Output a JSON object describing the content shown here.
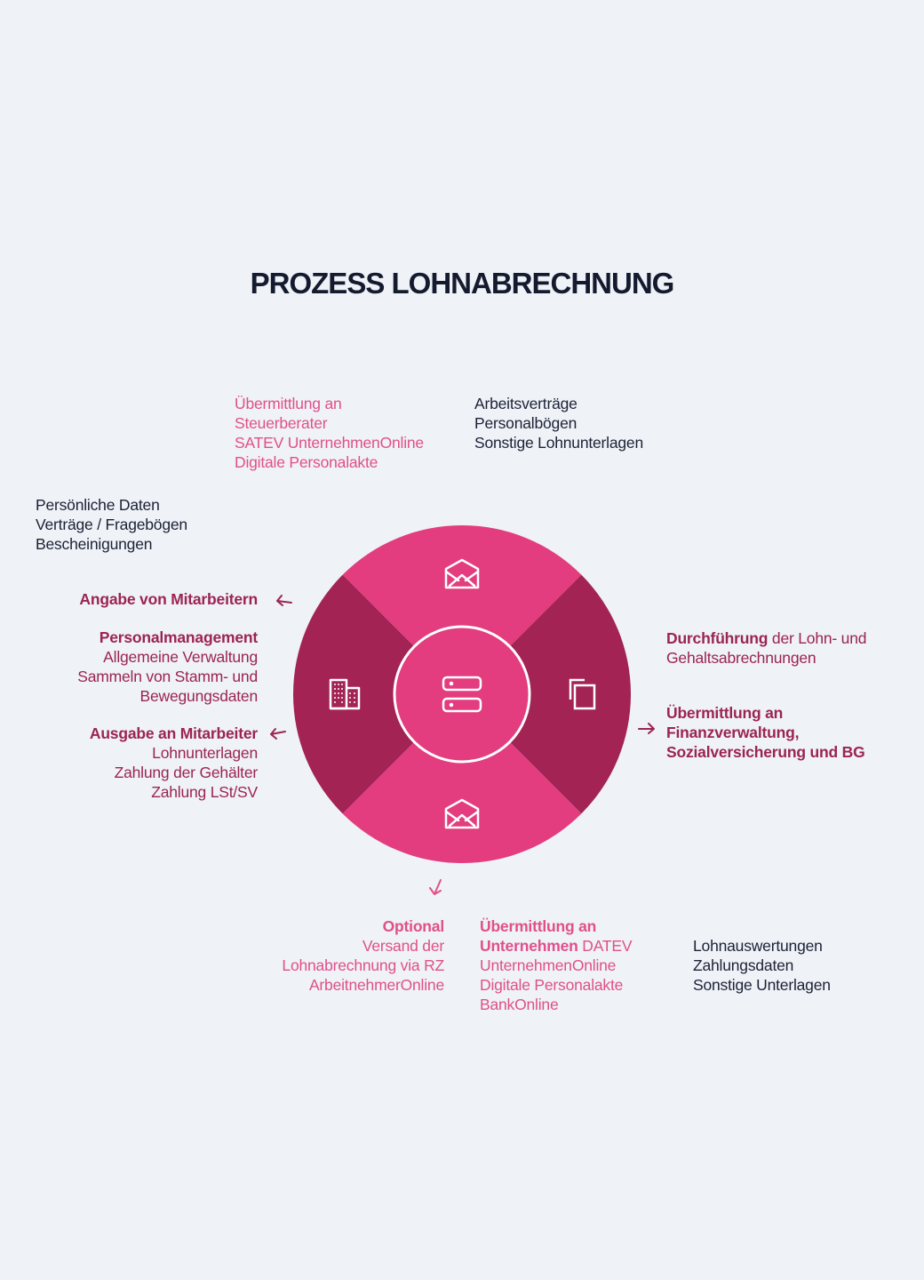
{
  "title": "PROZESS LOHNABRECHNUNG",
  "colors": {
    "background": "#EFF2F7",
    "segment_light": "#E33C7F",
    "segment_dark": "#A22354",
    "text_navy": "#1B2236",
    "text_pink": "#E0508A",
    "text_wine": "#9B2455",
    "icon": "#FFFFFF"
  },
  "diagram": {
    "center_icon": "server-stack-icon",
    "segments": [
      {
        "position": "top",
        "icon": "envelope-open-icon",
        "color": "light"
      },
      {
        "position": "right",
        "icon": "copy-documents-icon",
        "color": "dark"
      },
      {
        "position": "bottom",
        "icon": "envelope-open-icon",
        "color": "light"
      },
      {
        "position": "left",
        "icon": "building-icon",
        "color": "dark"
      }
    ]
  },
  "top_left": {
    "lines": [
      "Übermittlung an",
      "Steuerberater",
      "SATEV UnternehmenOnline",
      "Digitale Personalakte"
    ]
  },
  "top_right": {
    "lines": [
      "Arbeitsverträge",
      "Personalbögen",
      "Sonstige Lohnunterlagen"
    ]
  },
  "left_docs": {
    "lines": [
      "Persönliche Daten",
      "Verträge / Fragebögen",
      "Bescheinigungen"
    ]
  },
  "left_angabe": {
    "heading": "Angabe von Mitarbeitern"
  },
  "left_personal": {
    "heading": "Personalmanagement",
    "lines": [
      "Allgemeine Verwaltung",
      "Sammeln von Stamm- und",
      "Bewegungsdaten"
    ]
  },
  "left_ausgabe": {
    "heading": "Ausgabe an Mitarbeiter",
    "lines": [
      "Lohnunterlagen",
      "Zahlung der Gehälter",
      "Zahlung LSt/SV"
    ]
  },
  "right_durch": {
    "heading": "Durchführung",
    "rest": " der Lohn- und",
    "line2": "Gehaltsabrechnungen"
  },
  "right_uebermittlung": {
    "lines": [
      "Übermittlung an",
      "Finanzverwaltung,",
      "Sozialversicherung und BG"
    ]
  },
  "bottom_optional": {
    "heading": "Optional",
    "lines": [
      "Versand der",
      "Lohnabrechnung via RZ",
      "ArbeitnehmerOnline"
    ]
  },
  "bottom_unternehmen": {
    "heading1": "Übermittlung an",
    "heading2": "Unternehmen",
    "rest": " DATEV",
    "lines": [
      "UnternehmenOnline",
      "Digitale Personalakte",
      "BankOnline"
    ]
  },
  "bottom_right": {
    "lines": [
      "Lohnauswertungen",
      "Zahlungsdaten",
      "Sonstige Unterlagen"
    ]
  },
  "arrows": [
    {
      "name": "arrow-left-angabe",
      "direction": "left"
    },
    {
      "name": "arrow-left-ausgabe",
      "direction": "left"
    },
    {
      "name": "arrow-right-uebermittlung",
      "direction": "right"
    },
    {
      "name": "arrow-down-left-optional",
      "direction": "down-left"
    }
  ]
}
